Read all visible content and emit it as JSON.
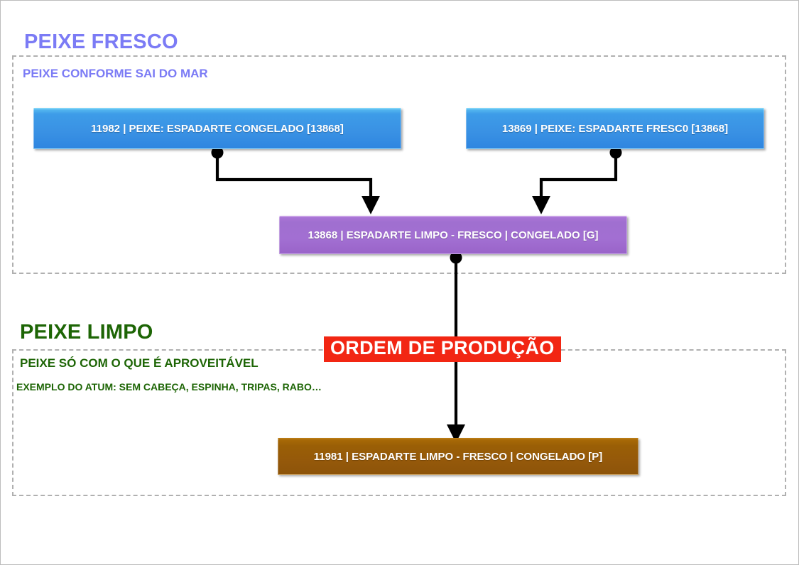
{
  "diagram": {
    "sections": [
      {
        "id": "peixe-fresco",
        "title": "PEIXE FRESCO",
        "title_color": "#7b7bf5",
        "caption": "PEIXE CONFORME SAI DO MAR"
      },
      {
        "id": "peixe-limpo",
        "title": "PEIXE LIMPO",
        "title_color": "#1d6505",
        "caption": "PEIXE SÓ COM O QUE É APROVEITÁVEL",
        "caption_secondary": "EXEMPLO DO ATUM: SEM CABEÇA, ESPINHA, TRIPAS, RABO…"
      }
    ],
    "nodes": [
      {
        "id": "node-11982",
        "label": "11982 | PEIXE: ESPADARTE CONGELADO [13868]",
        "color": "#3a92e4",
        "section": "peixe-fresco"
      },
      {
        "id": "node-13869",
        "label": "13869 | PEIXE: ESPADARTE FRESC0 [13868]",
        "color": "#3a92e4",
        "section": "peixe-fresco"
      },
      {
        "id": "node-13868",
        "label": "13868 | ESPADARTE LIMPO - FRESCO | CONGELADO [G]",
        "color": "#a26fd2",
        "section": "peixe-fresco"
      },
      {
        "id": "node-11981",
        "label": "11981 | ESPADARTE LIMPO - FRESCO | CONGELADO [P]",
        "color": "#9a5f06",
        "section": "peixe-limpo"
      }
    ],
    "annotations": [
      {
        "id": "ordem-de-producao",
        "text": "ORDEM DE PRODUÇÃO",
        "background": "#f22613",
        "text_color": "#ffffff"
      }
    ],
    "edges": [
      {
        "from": "node-11982",
        "to": "node-13868"
      },
      {
        "from": "node-13869",
        "to": "node-13868"
      },
      {
        "from": "node-13868",
        "to": "node-11981"
      }
    ]
  }
}
